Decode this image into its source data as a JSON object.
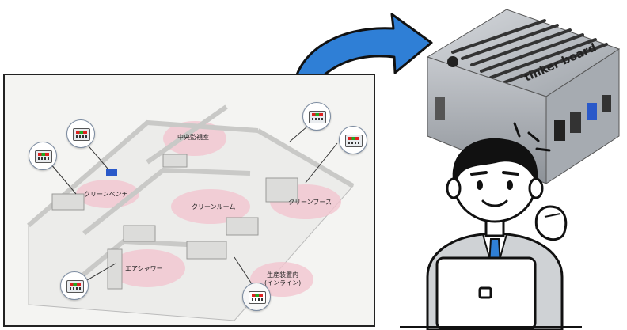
{
  "floor_plan": {
    "zones": {
      "central_monitoring_room": "中央監視室",
      "clean_bench": "クリーンベンチ",
      "clean_room": "クリーンルーム",
      "clean_booth": "クリーンブース",
      "air_shower": "エアシャワー",
      "inline_line1": "生産装置内",
      "inline_line2": "(インライン)"
    }
  },
  "device": {
    "brand": "tinker board"
  },
  "icons": [
    "sensor-icon",
    "arrow-icon",
    "mini-pc-icon",
    "laptop-icon",
    "person-icon"
  ],
  "colors": {
    "arrow_blue": "#2f7fd6",
    "zone_pink": "#f2c6cf",
    "frame_border": "#222222",
    "case_silver": "#b8bcc2"
  }
}
